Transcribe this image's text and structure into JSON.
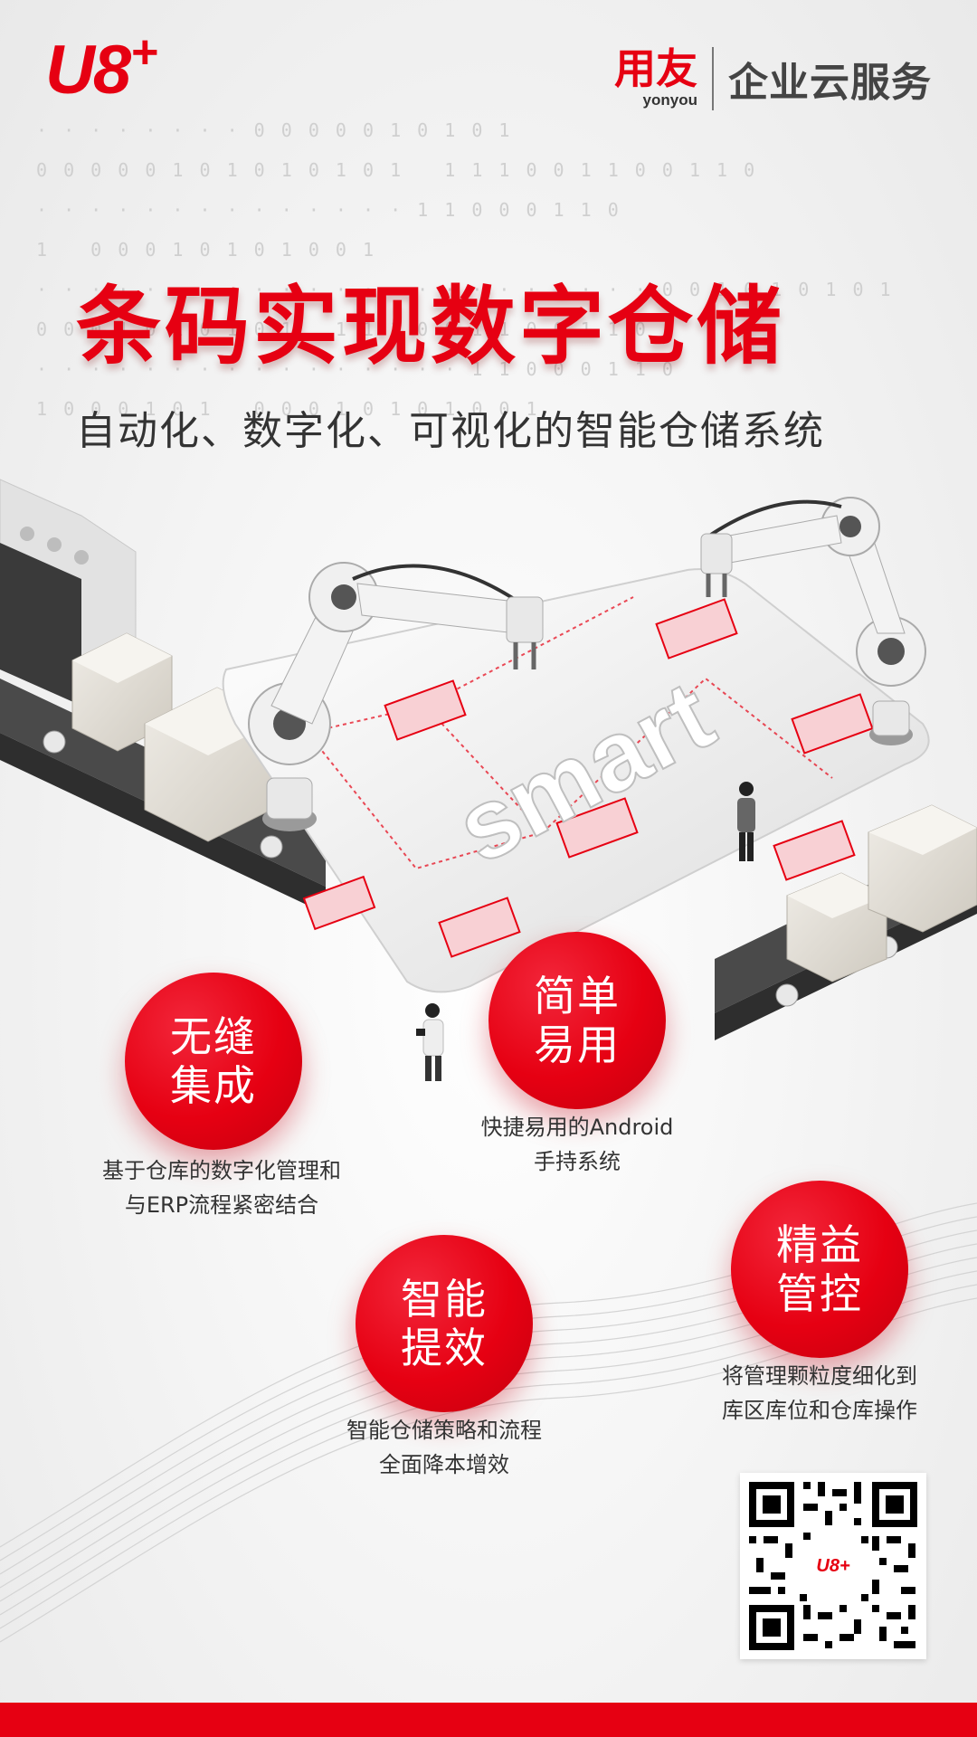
{
  "brand": {
    "product_logo": "U8",
    "product_logo_plus": "+",
    "company_cn": "用友",
    "company_en": "yonyou",
    "service": "企业云服务"
  },
  "headline": "条码实现数字仓储",
  "subheadline": "自动化、数字化、可视化的智能仓储系统",
  "illustration": {
    "platform_text": "smart"
  },
  "features": [
    {
      "title": "无缝集成",
      "description_lines": [
        "基于仓库的数字化管理和",
        "与ERP流程紧密结合"
      ]
    },
    {
      "title": "简单易用",
      "description_lines": [
        "快捷易用的Android",
        "手持系统"
      ]
    },
    {
      "title": "智能提效",
      "description_lines": [
        "智能仓储策略和流程",
        "全面降本增效"
      ]
    },
    {
      "title": "精益管控",
      "description_lines": [
        "将管理颗粒度细化到",
        "库区库位和仓库操作"
      ]
    }
  ],
  "qr": {
    "logo": "U8+"
  },
  "colors": {
    "brand_red": "#e60012",
    "text_dark": "#333333",
    "background": "#f3f3f3"
  }
}
